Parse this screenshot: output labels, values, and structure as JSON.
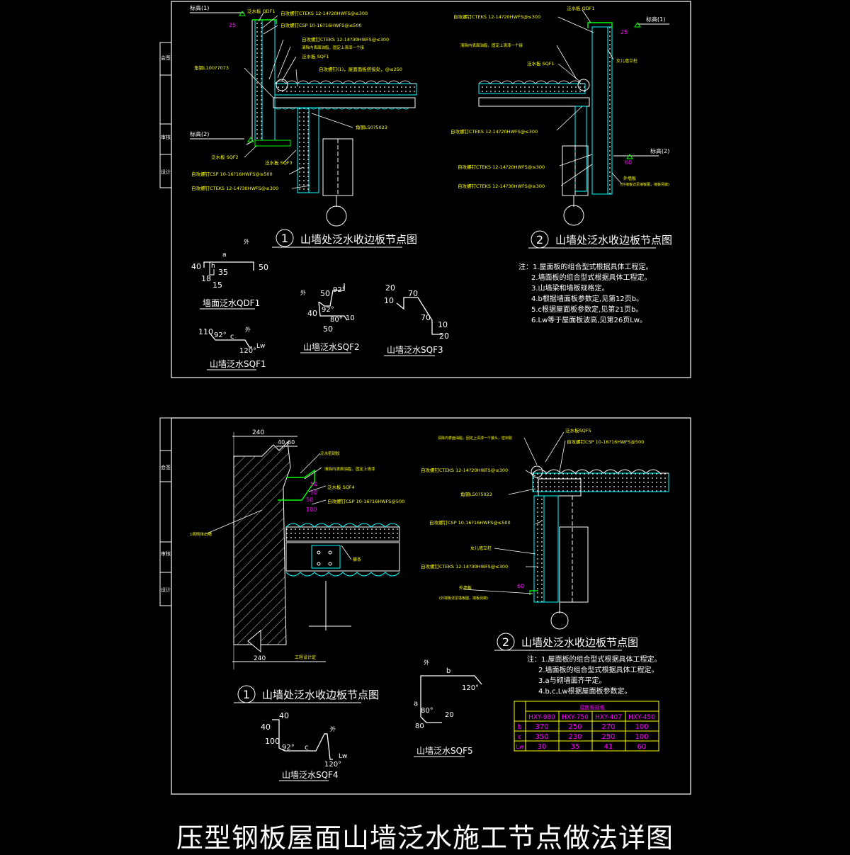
{
  "colors": {
    "background": "#000000",
    "frame": "#ffffff",
    "dimension": "#ffffff",
    "callout": "#ffff00",
    "structure": "#00ffff",
    "accent": "#ff00ff",
    "flashing": "#00ff00"
  },
  "sheet_title": "压型钢板屋面山墙泛水施工节点做法详图",
  "upper": {
    "side_tabs": [
      "会签",
      "审核",
      "设计"
    ],
    "detail1": {
      "num": "1",
      "title": "山墙处泛水收边板节点图",
      "labels": {
        "elev1": "标高(1)",
        "elev2": "标高(2)",
        "qdf1": "泛水板 QDF1",
        "cteks1": "自攻螺钉CTEKS 12-14?20HWFS@≤300",
        "csp1": "自攻螺钉CSP 10-16?16HWFS@≤500",
        "cteks2": "自攻螺钉CTEKS 12-14?30HWFS@≤300",
        "clean": "清除内表面油脂，固定上清漆一个接",
        "sqf1": "泛水板 SQF1",
        "angle": "角钢L100?7073",
        "screw_main": "自攻螺钉(1)，屋面面板搭接处，@≤250",
        "angle2": "角钢L50?5023",
        "sqf2": "泛水板 SQF2",
        "sqf3": "泛水板 SQF3",
        "csp2": "自攻螺钉CSP 10-16?16HWFS@≤500",
        "cteks3": "自攻螺钉CTEKS 12-14?30HWFS@≤300",
        "dim25": "25"
      }
    },
    "detail2": {
      "num": "2",
      "title": "山墙处泛水收边板节点图",
      "labels": {
        "qdf1": "泛水板 QDF1",
        "elev1": "标高(1)",
        "cteks1": "自攻螺钉CTEKS 12-14?20HWFS@≤300",
        "parapet": "女儿墙立柱",
        "clean": "清除内表面油脂，固定上清漆一个接",
        "sqf1": "泛水板 SQF1",
        "cteks2": "自攻螺钉CTEKS 12-14?20HWFS@≤300",
        "cteks3": "自攻螺钉CTEKS 12-14?20HWFS@≤300",
        "cteks4": "自攻螺钉CTEKS 12-14?30HWFS@≤300",
        "elev2": "标高(2)",
        "outer": "外墙板",
        "outer_note": "(外墙板详见墙板图，墙板另做)",
        "dim25": "25",
        "dim60": "60"
      }
    },
    "notes": [
      "注：1.屋面板的组合型式根据具体工程定。",
      "2.墙面板的组合型式根据具体工程定。",
      "3.山墙梁和墙板规格定。",
      "4.b根据墙面板参数定,见第12页b。",
      "5.c根据屋面板参数定,见第21页b。",
      "6.Lw等于屋面板波高,见第26页Lw。"
    ],
    "profiles": {
      "qdf1": {
        "title": "墙面泛水QDF1",
        "dims": [
          "40",
          "a",
          "h",
          "35",
          "50",
          "18",
          "15",
          "外"
        ]
      },
      "sqf1": {
        "title": "山墙泛水SQF1",
        "dims": [
          "110",
          "92°",
          "c",
          "外",
          "120°",
          "Lw"
        ]
      },
      "sqf2": {
        "title": "山墙泛水SQF2",
        "dims": [
          "外",
          "50",
          "92°",
          "40",
          "92°",
          "80°",
          "10",
          "50"
        ]
      },
      "sqf3": {
        "title": "山墙泛水SQF3",
        "dims": [
          "20",
          "70",
          "10",
          "70",
          "10",
          "20"
        ]
      }
    }
  },
  "lower": {
    "side_tabs": [
      "会签",
      "审核",
      "设计"
    ],
    "detail1": {
      "num": "1",
      "title": "山墙处泛水收边板节点图",
      "labels": {
        "d240a": "240",
        "d40": "40",
        "d60": "60",
        "d240b": "240",
        "dim_right": "工程设计定",
        "seal": "泛水密封胶",
        "clean": "清除内表面油脂，固定上清漆",
        "sqf4": "泛水板 SQF4",
        "csp": "自攻螺钉CSP 10-16?16HWFS@500",
        "d50a": "50",
        "d50b": "50",
        "d100": "100",
        "d50c": "50",
        "wall": "1砖砌体山墙",
        "purlin": "檩条"
      }
    },
    "detail2": {
      "num": "2",
      "title": "山墙处泛水收边板节点图",
      "labels": {
        "sqf5": "泛水板SQF5",
        "clean": "清除内表面油脂，固定上清漆一个接头，密封胶",
        "csp1": "自攻螺钉CSP 10-16?16HWFS@500",
        "cteks1": "自攻螺钉CTEKS 12-14?20HWFS@≤300",
        "angle": "角钢L50?5023",
        "csp2": "自攻螺钉CSP 10-16?16HWFS@≤500",
        "parapet": "女儿墙立柱",
        "cteks2": "自攻螺钉CTEKS 12-14?30HWFS@≤300",
        "outer": "外墙板",
        "outer_note": "(外墙板详见墙板图，墙板另做)",
        "dim60": "60"
      }
    },
    "notes": [
      "注：1.屋面板的组合型式根据具体工程定。",
      "2.墙面板的组合型式根据具体工程定。",
      "3.a与砌墙面齐平定。",
      "4.b,c,Lw根据屋面板参数定。"
    ],
    "table": {
      "title": "屋面板规格",
      "headers": [
        "HXY-980",
        "HXY-750",
        "HXY-407",
        "HXY-450"
      ],
      "rows": [
        {
          "label": "b",
          "values": [
            "370",
            "250",
            "270",
            "100"
          ]
        },
        {
          "label": "c",
          "values": [
            "350",
            "230",
            "250",
            "100"
          ]
        },
        {
          "label": "Lw",
          "values": [
            "30",
            "35",
            "41",
            "60"
          ]
        }
      ]
    },
    "profiles": {
      "sqf4": {
        "title": "山墙泛水SQF4",
        "dims": [
          "40",
          "40",
          "100",
          "92°",
          "c",
          "外",
          "Lw",
          "120°"
        ]
      },
      "sqf5": {
        "title": "山墙泛水SQF5",
        "dims": [
          "外",
          "b",
          "120°",
          "a",
          "80°",
          "20",
          "80"
        ]
      }
    }
  }
}
